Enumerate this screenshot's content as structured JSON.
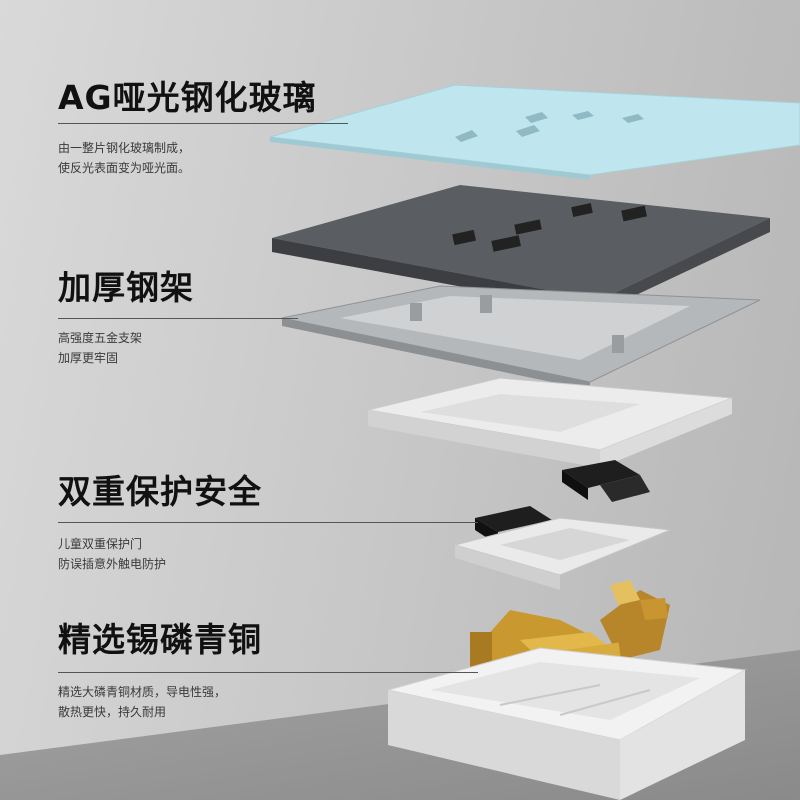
{
  "features": [
    {
      "title": "AG哑光钢化玻璃",
      "lines": [
        "由一整片钢化玻璃制成，",
        "使反光表面变为哑光面。"
      ]
    },
    {
      "title": "加厚钢架",
      "lines": [
        "高强度五金支架",
        "加厚更牢固"
      ]
    },
    {
      "title": "双重保护安全",
      "lines": [
        "儿童双重保护门",
        "防误插意外触电防护"
      ]
    },
    {
      "title": "精选锡磷青铜",
      "lines": [
        "精选大磷青铜材质，导电性强，",
        "散热更快，持久耐用"
      ]
    }
  ],
  "colors": {
    "glass_panel": "#bfe6ee",
    "dark_panel": "#5a5d61",
    "steel_frame": "#b5b8bb",
    "white_plastic": "#ececec",
    "brass": "#c9982f",
    "text": "#111111"
  }
}
